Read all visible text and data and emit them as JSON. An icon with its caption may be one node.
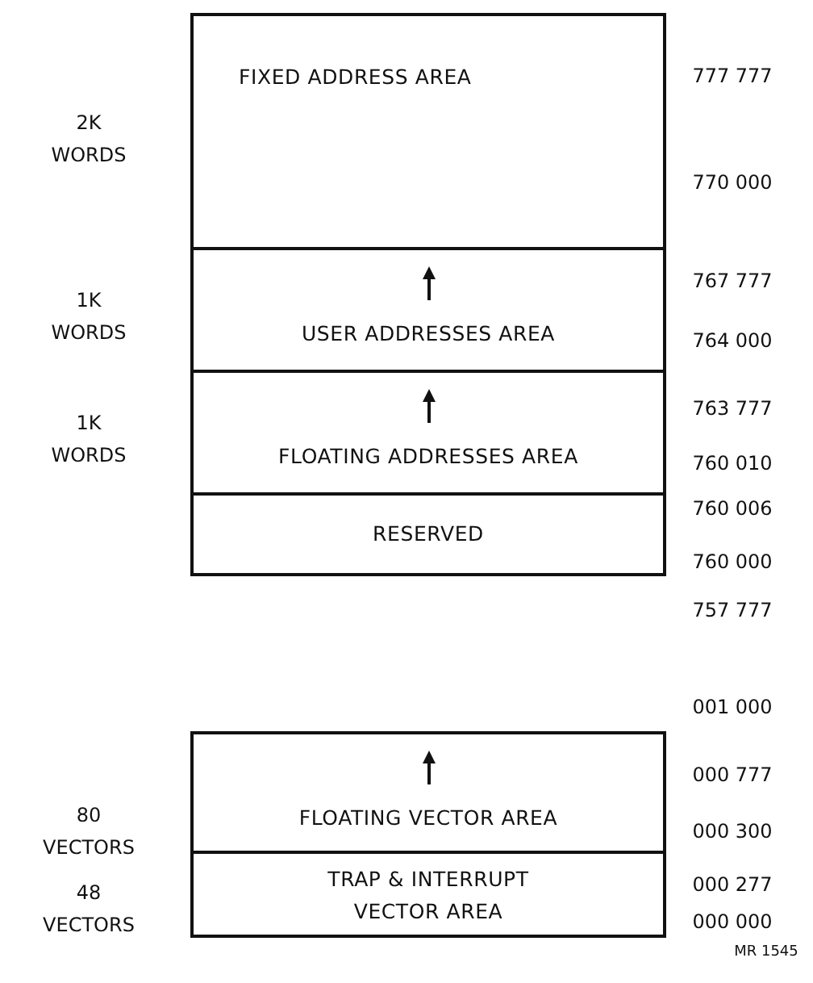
{
  "diagram": {
    "nodes": [
      {
        "text": [
          "FIXED ADDRESS AREA"
        ]
      },
      {
        "text": [
          "USER ADDRESSES AREA"
        ]
      },
      {
        "text": [
          "FLOATING ADDRESSES AREA"
        ]
      },
      {
        "text": [
          "RESERVED"
        ]
      },
      {
        "text": [
          "FLOATING VECTOR AREA"
        ]
      },
      {
        "text": [
          "TRAP & INTERRUPT VECTOR AREA"
        ]
      }
    ],
    "edges": [],
    "labels": [
      "777 777",
      "2K WORDS",
      "770 000",
      "767 777",
      "1K WORDS",
      "764 000",
      "763 777",
      "1K WORDS",
      "760 010",
      "760 006",
      "760 000",
      "757 777",
      "001 000",
      "000 777",
      "80 VECTORS",
      "000 300",
      "000 277",
      "48 VECTORS",
      "000 000",
      "MR 1545"
    ]
  }
}
